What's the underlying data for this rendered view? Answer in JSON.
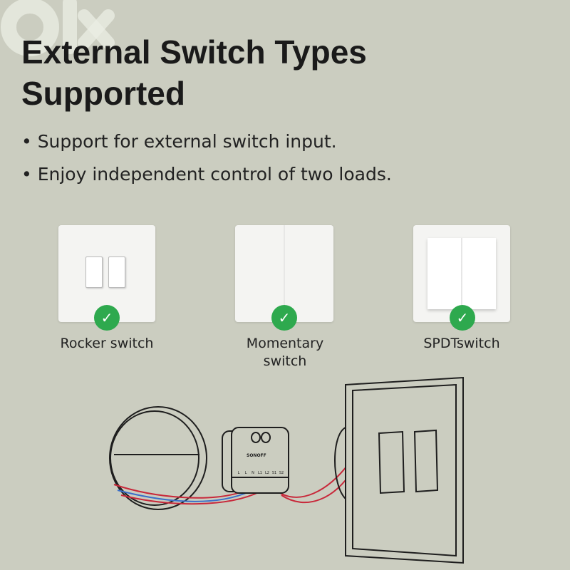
{
  "watermark": "olx",
  "title_line1": "External Switch Types",
  "title_line2": "Supported",
  "bullets": [
    "• Support for external switch input.",
    "• Enjoy independent control of two loads."
  ],
  "switches": [
    {
      "label": "Rocker switch"
    },
    {
      "label": "Momentary switch"
    },
    {
      "label": "SPDTswitch"
    }
  ],
  "device": {
    "brand": "SONOFF",
    "terminals": [
      "L",
      "L",
      "N",
      "L1",
      "L2",
      "S1",
      "S2"
    ]
  },
  "colors": {
    "check": "#2ea94e",
    "wire_red": "#c8283a",
    "wire_blue": "#3a6fc9"
  }
}
